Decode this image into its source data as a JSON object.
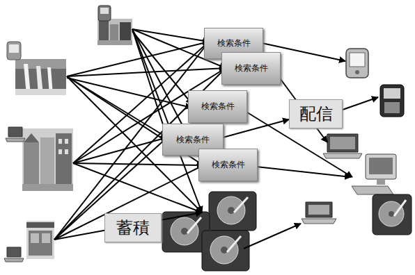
{
  "diagram": {
    "nodes": [
      {
        "text": [
          "検索条件"
        ]
      },
      {
        "text": [
          "検索条件"
        ]
      },
      {
        "text": [
          "検索条件"
        ]
      },
      {
        "text": [
          "配信"
        ]
      },
      {
        "text": [
          "検索条件"
        ]
      },
      {
        "text": [
          "検索条件"
        ]
      },
      {
        "text": [
          "蓄積"
        ]
      }
    ]
  }
}
